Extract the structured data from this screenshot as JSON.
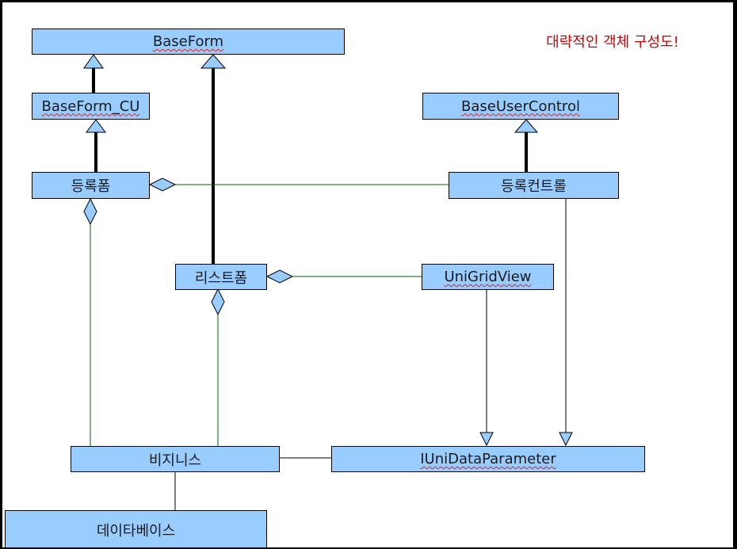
{
  "title_note": "대략적인 객체 구성도!",
  "colors": {
    "box_fill": "#99ccff",
    "box_border": "#000000",
    "association_line": "#006600",
    "dependency_line": "#000000",
    "title_text": "#cc0000",
    "spellcheck_underline": "#e02020"
  },
  "nodes": {
    "baseform": "BaseForm",
    "baseform_cu": "BaseForm_CU",
    "baseusercontrol": "BaseUserControl",
    "regform": "등록폼",
    "regcontrol": "등록컨트롤",
    "listform": "리스트폼",
    "unigridview": "UniGridView",
    "business": "비지니스",
    "iunidataparameter": "IUniDataParameter",
    "database": "데이타베이스"
  },
  "edges": [
    {
      "from": "baseform_cu",
      "to": "baseform",
      "type": "inheritance"
    },
    {
      "from": "regform",
      "to": "baseform_cu",
      "type": "inheritance"
    },
    {
      "from": "listform",
      "to": "baseform",
      "type": "inheritance"
    },
    {
      "from": "regcontrol",
      "to": "baseusercontrol",
      "type": "inheritance"
    },
    {
      "from": "regcontrol",
      "to": "regform",
      "type": "aggregation"
    },
    {
      "from": "unigridview",
      "to": "listform",
      "type": "aggregation"
    },
    {
      "from": "business",
      "to": "regform",
      "type": "aggregation"
    },
    {
      "from": "business",
      "to": "listform",
      "type": "aggregation"
    },
    {
      "from": "unigridview",
      "to": "iunidataparameter",
      "type": "dependency"
    },
    {
      "from": "regcontrol",
      "to": "iunidataparameter",
      "type": "dependency"
    },
    {
      "from": "business",
      "to": "iunidataparameter",
      "type": "association"
    },
    {
      "from": "business",
      "to": "database",
      "type": "association"
    }
  ]
}
